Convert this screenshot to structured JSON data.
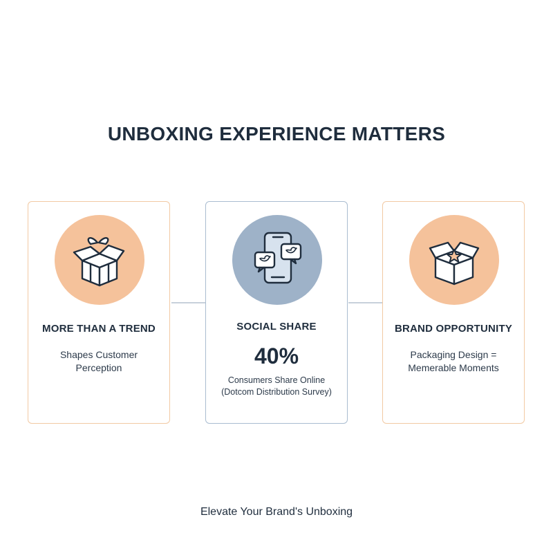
{
  "title": "UNBOXING EXPERIENCE MATTERS",
  "cards": [
    {
      "heading": "MORE THAN A TREND",
      "line1": "Shapes Customer",
      "line2": "Perception",
      "icon": "gift-box-icon"
    },
    {
      "heading": "SOCIAL SHARE",
      "stat": "40%",
      "line1": "Consumers Share Online",
      "line2": "(Dotcom Distribution Survey)",
      "icon": "smartphone-social-icon"
    },
    {
      "heading": "BRAND OPPORTUNITY",
      "line1": "Packaging Design =",
      "line2": "Memerable Moments",
      "icon": "star-box-icon"
    }
  ],
  "footer": "Elevate Your Brand's Unboxing",
  "colors": {
    "warm_accent": "#f5c29b",
    "warm_border": "#f2c9a3",
    "cool_accent": "#9eb2c8",
    "cool_border": "#a9bcd0",
    "text": "#1f2d3d"
  }
}
